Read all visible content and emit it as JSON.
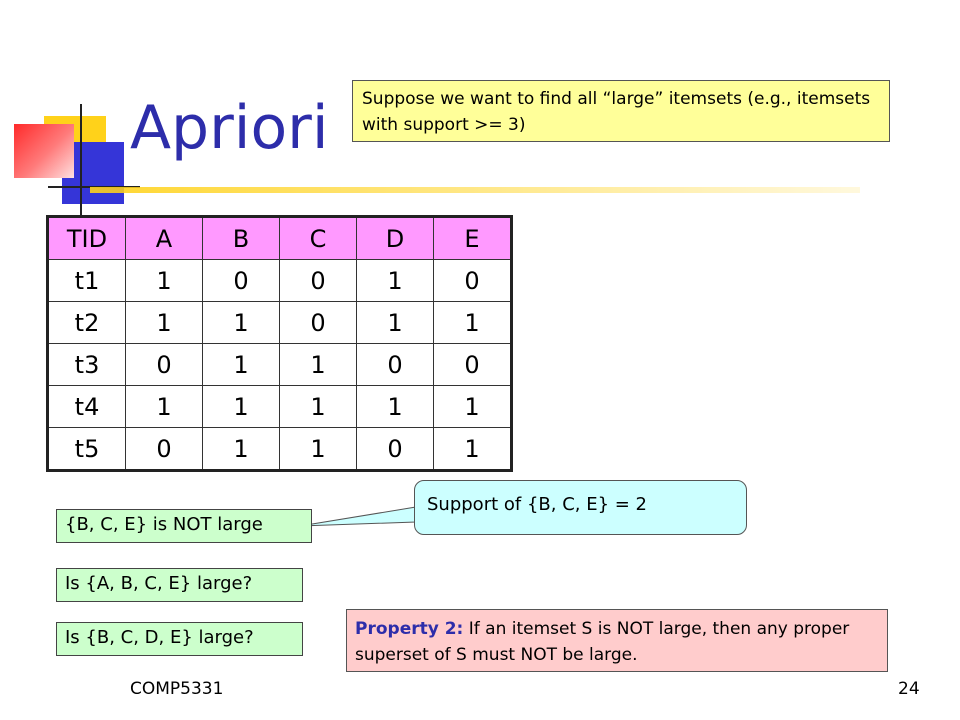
{
  "slide": {
    "title": "Apriori",
    "top_note": "Suppose we want to find all “large” itemsets (e.g., itemsets with support >= 3)",
    "table": {
      "headers": [
        "TID",
        "A",
        "B",
        "C",
        "D",
        "E"
      ],
      "rows": [
        [
          "t1",
          "1",
          "0",
          "0",
          "1",
          "0"
        ],
        [
          "t2",
          "1",
          "1",
          "0",
          "1",
          "1"
        ],
        [
          "t3",
          "0",
          "1",
          "1",
          "0",
          "0"
        ],
        [
          "t4",
          "1",
          "1",
          "1",
          "1",
          "1"
        ],
        [
          "t5",
          "0",
          "1",
          "1",
          "0",
          "1"
        ]
      ]
    },
    "bce_not_large": "{B, C, E} is NOT large",
    "support_callout": "Support of {B, C, E} = 2",
    "question_abce": "Is {A, B, C, E} large?",
    "question_bcde": "Is {B, C, D, E} large?",
    "property_label": "Property 2:",
    "property_text": " If an itemset S is NOT large, then any proper superset of S must NOT be large.",
    "footer_course": "COMP5331",
    "page_number": "24"
  },
  "colors": {
    "title": "#2d2daa",
    "header_fill": "#ff99ff",
    "top_note_fill": "#ffff99",
    "green_box_fill": "#ccffcc",
    "callout_fill": "#ccffff",
    "property_fill": "#ffcccc"
  }
}
